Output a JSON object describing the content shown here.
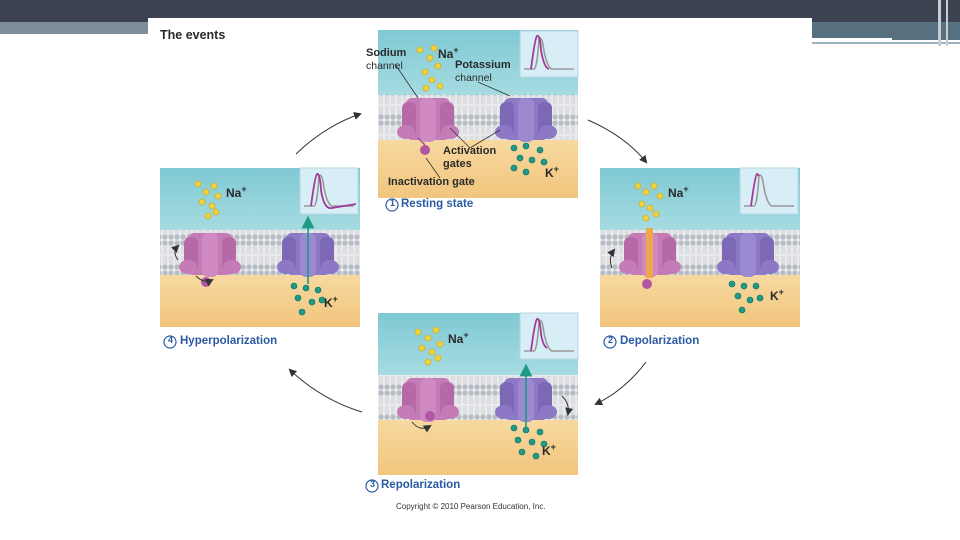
{
  "title": "The events",
  "labels": {
    "sodium_channel": [
      "Sodium",
      "channel"
    ],
    "potassium_channel": [
      "Potassium",
      "channel"
    ],
    "activation_gates": [
      "Activation",
      "gates"
    ],
    "inactivation_gate": "Inactivation gate"
  },
  "ions": {
    "na": "Na",
    "k": "K",
    "plus": "+"
  },
  "stages": [
    {
      "num": "1",
      "label": "Resting state"
    },
    {
      "num": "2",
      "label": "Depolarization"
    },
    {
      "num": "3",
      "label": "Repolarization"
    },
    {
      "num": "4",
      "label": "Hyperpolarization"
    }
  ],
  "copyright": "Copyright © 2010 Pearson Education, Inc.",
  "colors": {
    "extracellular": "#7fc9d3",
    "intracellular": "#f3cd8e",
    "sodium_channel": "#c57bb6",
    "potassium_channel": "#8c78c4",
    "na_ion": "#f2d23a",
    "k_ion": "#1f9a86",
    "stage_label": "#2b5aa3"
  }
}
